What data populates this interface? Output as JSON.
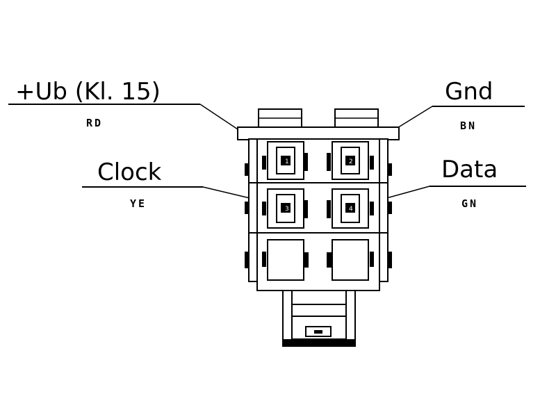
{
  "pins": {
    "ub": {
      "name": "+Ub (Kl. 15)",
      "color_code": "RD"
    },
    "gnd": {
      "name": "Gnd",
      "color_code": "BN"
    },
    "clock": {
      "name": "Clock",
      "color_code": "YE"
    },
    "data": {
      "name": "Data",
      "color_code": "GN"
    }
  },
  "pin_numbers": {
    "p1": "1",
    "p2": "2",
    "p3": "3",
    "p4": "4"
  },
  "colors": {
    "line": "#000000",
    "background": "#ffffff"
  }
}
